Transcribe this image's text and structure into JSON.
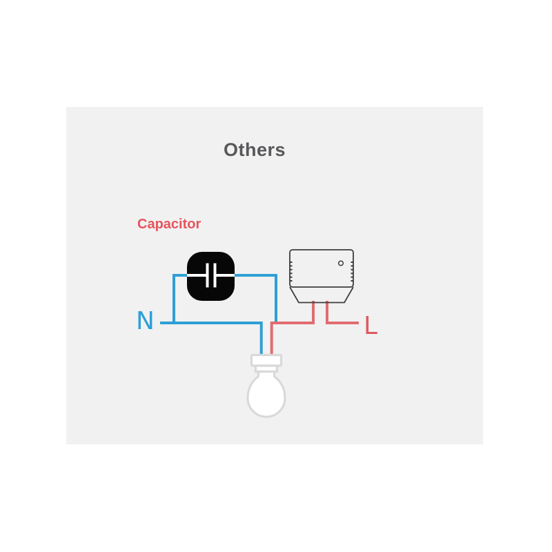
{
  "page": {
    "background": "#ffffff",
    "panel_background": "#f1f1f2"
  },
  "title": {
    "text": "Others",
    "color": "#58585a"
  },
  "labels": {
    "capacitor": {
      "text": "Capacitor",
      "color": "#e5555b"
    },
    "neutral": {
      "text": "N",
      "color": "#2c9fd7"
    },
    "live": {
      "text": "L",
      "color": "#de5a60"
    }
  },
  "diagram": {
    "colors": {
      "neutral_wire": "#2e9fd4",
      "live_wire": "#e06c70",
      "capacitor_body": "#070707",
      "capacitor_plates": "#ffffff",
      "device_outline": "#3d3d3f",
      "bulb_outline": "#d9d9d9",
      "bulb_fill": "#ffffff"
    }
  }
}
